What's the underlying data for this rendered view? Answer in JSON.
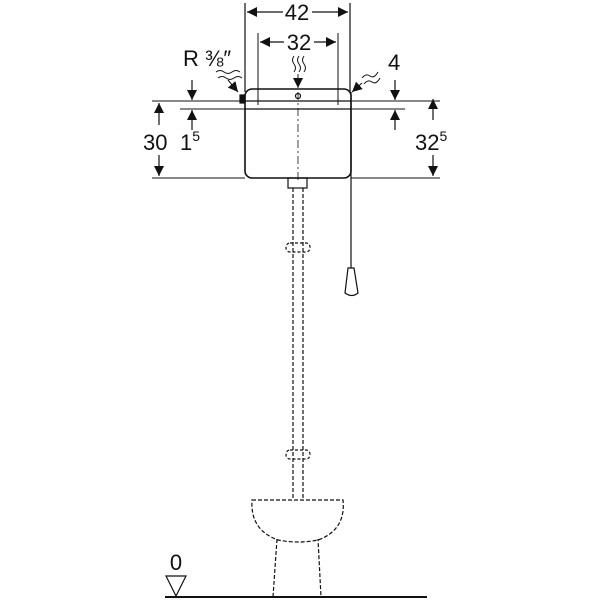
{
  "dimensions": {
    "total_width": "42",
    "inner_width": "32",
    "thread_label": "R ⅜″",
    "top_offset": "4",
    "height_left": "30",
    "offset_left_base": "1",
    "offset_left_sup": "5",
    "height_right_base": "32",
    "height_right_sup": "5",
    "floor_level": "0"
  },
  "colors": {
    "line": "#111111",
    "background": "#ffffff"
  }
}
